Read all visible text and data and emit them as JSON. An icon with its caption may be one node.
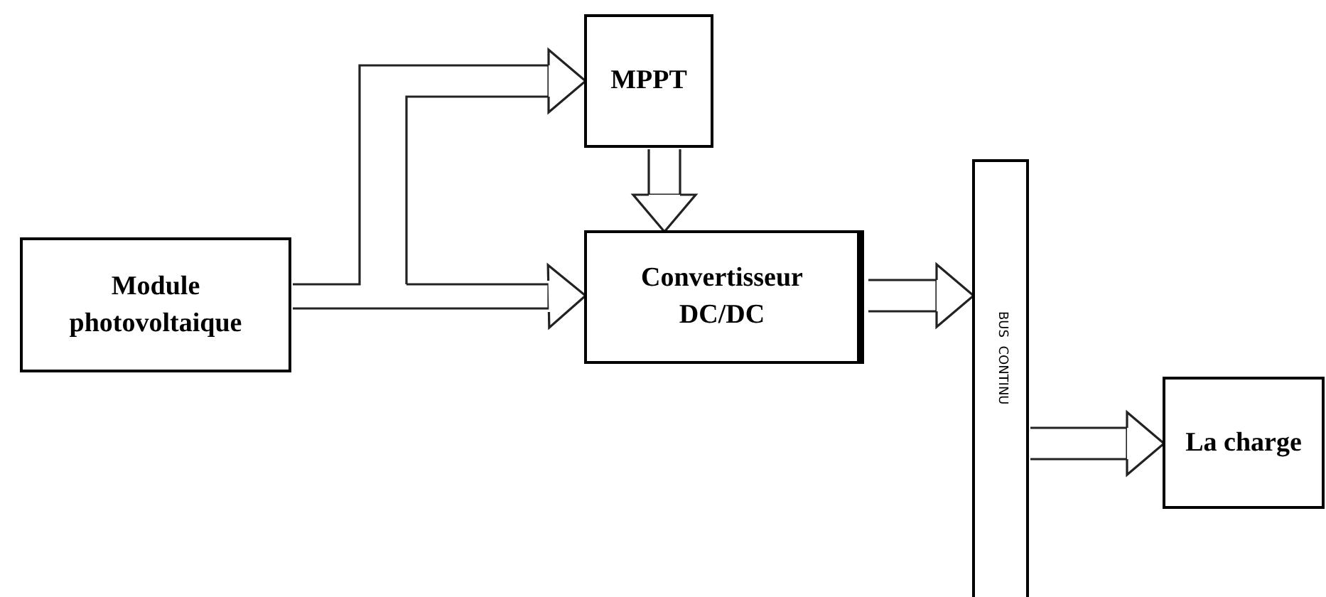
{
  "diagram": {
    "nodes": [
      {
        "text": [
          "Module photovoltaique"
        ]
      },
      {
        "text": [
          "MPPT"
        ]
      },
      {
        "text": [
          "Convertisseur DC/DC"
        ]
      },
      {
        "text": [
          "BUS  CONTINU"
        ]
      },
      {
        "text": [
          "La charge"
        ]
      }
    ],
    "edges": [
      {
        "from": 0,
        "to": 1,
        "arrow": "to"
      },
      {
        "from": 0,
        "to": 2,
        "arrow": "to"
      },
      {
        "from": 1,
        "to": 2,
        "arrow": "to"
      },
      {
        "from": 2,
        "to": 3,
        "arrow": "to"
      },
      {
        "from": 3,
        "to": 4,
        "arrow": "to"
      }
    ]
  }
}
